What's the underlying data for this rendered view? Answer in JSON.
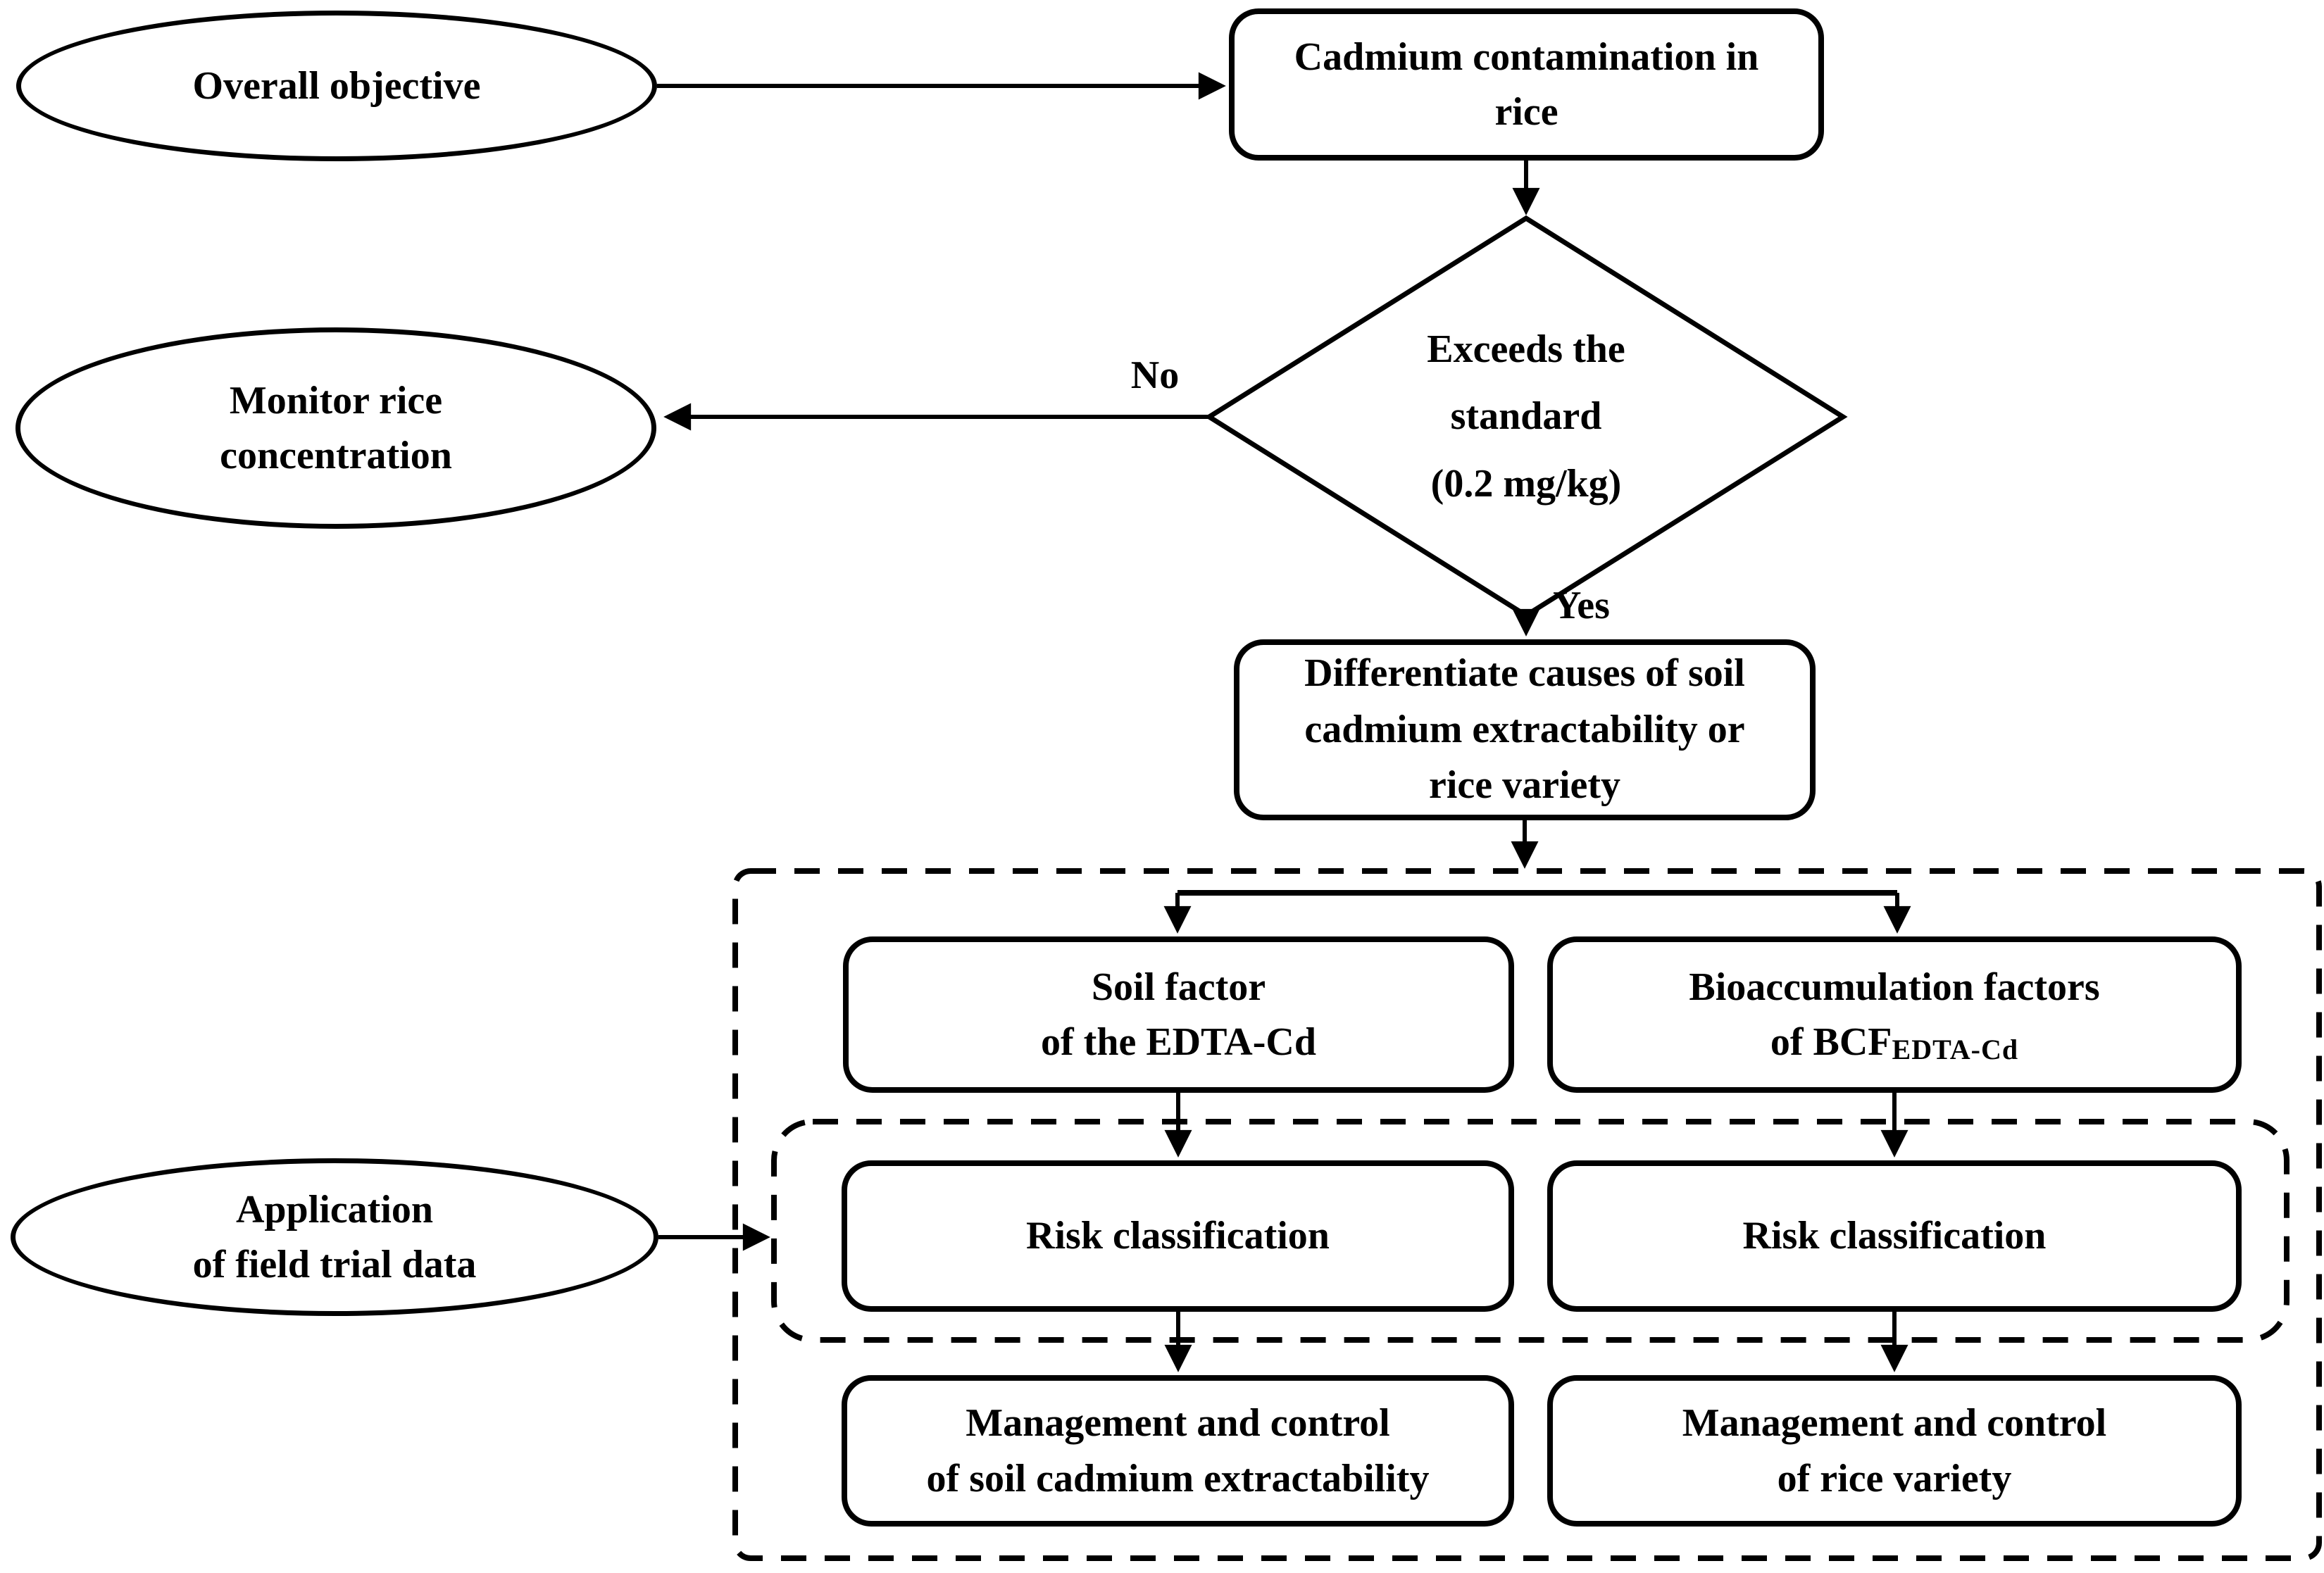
{
  "diagram": {
    "title_semantic": "Flowchart of cadmium contamination management in rice",
    "background_color": "#ffffff",
    "stroke_color": "#000000",
    "labels": {
      "no": "No",
      "yes": "Yes"
    },
    "nodes": {
      "overall_objective": {
        "type": "ellipse",
        "lines": [
          "Overall objective"
        ]
      },
      "cadmium_contamination": {
        "type": "rounded-rect",
        "lines": [
          "Cadmium contamination in",
          "rice"
        ]
      },
      "exceeds_standard": {
        "type": "diamond",
        "lines": [
          "Exceeds the",
          "standard",
          "(0.2 mg/kg)"
        ]
      },
      "monitor_rice": {
        "type": "ellipse",
        "lines": [
          "Monitor rice",
          "concentration"
        ]
      },
      "differentiate": {
        "type": "rounded-rect",
        "lines": [
          "Differentiate causes of soil",
          "cadmium extractability or",
          "rice variety"
        ]
      },
      "soil_factor": {
        "type": "rounded-rect",
        "lines": [
          "Soil factor",
          "of the EDTA-Cd"
        ]
      },
      "bioaccumulation": {
        "type": "rounded-rect",
        "line1": "Bioaccumulation factors",
        "line2_prefix": "of BCF",
        "line2_subscript": "EDTA-Cd"
      },
      "risk_left": {
        "type": "rounded-rect",
        "lines": [
          "Risk classification"
        ]
      },
      "risk_right": {
        "type": "rounded-rect",
        "lines": [
          "Risk classification"
        ]
      },
      "mgmt_left": {
        "type": "rounded-rect",
        "lines": [
          "Management and control",
          "of soil cadmium extractability"
        ]
      },
      "mgmt_right": {
        "type": "rounded-rect",
        "lines": [
          "Management and control",
          "of rice variety"
        ]
      },
      "application": {
        "type": "ellipse",
        "lines": [
          "Application",
          "of field trial data"
        ]
      }
    },
    "edges": [
      {
        "from": "overall-objective",
        "to": "cadmium-contamination",
        "label": ""
      },
      {
        "from": "cadmium-contamination",
        "to": "exceeds-standard",
        "label": ""
      },
      {
        "from": "exceeds-standard",
        "to": "monitor-rice",
        "label": "No"
      },
      {
        "from": "exceeds-standard",
        "to": "differentiate",
        "label": "Yes"
      },
      {
        "from": "differentiate",
        "to": "soil-factor",
        "label": ""
      },
      {
        "from": "differentiate",
        "to": "bioaccumulation",
        "label": ""
      },
      {
        "from": "soil-factor",
        "to": "risk-classification-left",
        "label": ""
      },
      {
        "from": "bioaccumulation",
        "to": "risk-classification-right",
        "label": ""
      },
      {
        "from": "risk-classification-left",
        "to": "management-soil-cadmium",
        "label": ""
      },
      {
        "from": "risk-classification-right",
        "to": "management-rice-variety",
        "label": ""
      },
      {
        "from": "application-field-trial-data",
        "to": "risk-classification-group",
        "label": ""
      }
    ]
  }
}
